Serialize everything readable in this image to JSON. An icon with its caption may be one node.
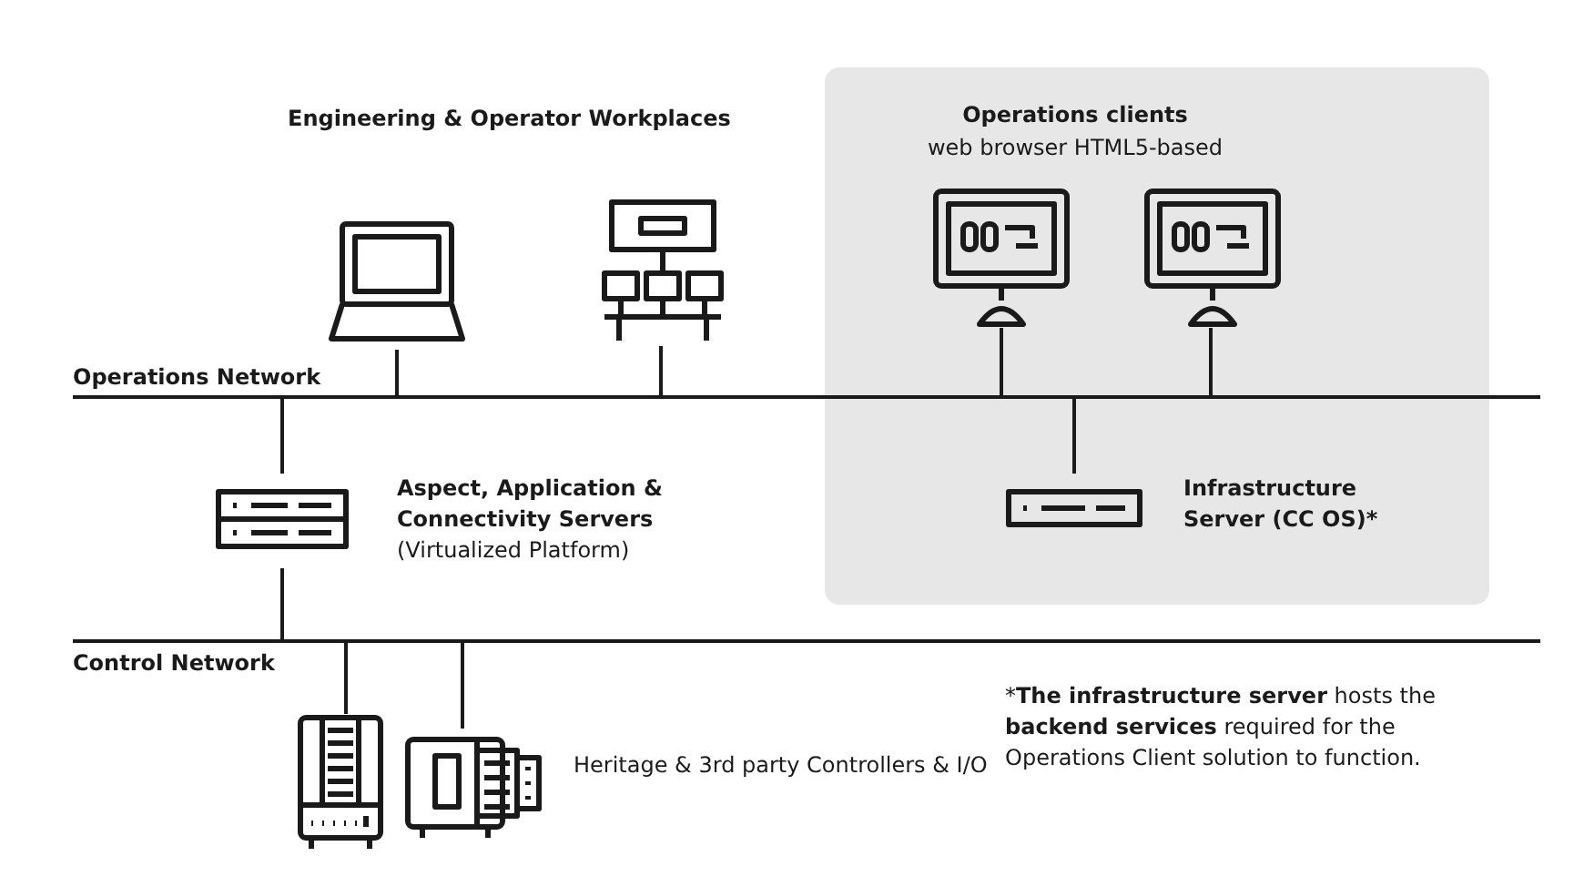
{
  "diagram": {
    "nodes": [
      {
        "text": [
          "Operations clients",
          "web browser HTML5-based"
        ]
      },
      {
        "text": [],
        "shape": "laptop"
      },
      {
        "text": [],
        "shape": "workstation"
      },
      {
        "text": [],
        "shape": "monitor",
        "in": 0
      },
      {
        "text": [],
        "shape": "monitor",
        "in": 0
      },
      {
        "text": [
          "Operations Network"
        ]
      },
      {
        "text": [
          "Aspect, Application & Connectivity Servers",
          "(Virtualized Platform)"
        ]
      },
      {
        "text": [
          "Infrastructure Server (CC OS)*"
        ],
        "in": 0
      },
      {
        "text": [
          "Control Network"
        ]
      },
      {
        "text": [],
        "shape": "controller"
      },
      {
        "text": [],
        "shape": "module"
      }
    ],
    "edges": [
      {
        "from": 1,
        "to": 5,
        "arrow": "none"
      },
      {
        "from": 2,
        "to": 5,
        "arrow": "none"
      },
      {
        "from": 3,
        "to": 5,
        "arrow": "none"
      },
      {
        "from": 4,
        "to": 5,
        "arrow": "none"
      },
      {
        "from": 5,
        "to": 6,
        "arrow": "none"
      },
      {
        "from": 7,
        "to": 5,
        "arrow": "none"
      },
      {
        "from": 6,
        "to": 8,
        "arrow": "none"
      },
      {
        "from": 8,
        "to": 9,
        "arrow": "none"
      },
      {
        "from": 8,
        "to": 10,
        "arrow": "none"
      }
    ],
    "labels": [
      "Engineering & Operator Workplaces",
      "Heritage & 3rd party Controllers & I/O",
      "***The infrastructure server** hosts the **backend services** required for the Operations Client solution to function."
    ]
  }
}
